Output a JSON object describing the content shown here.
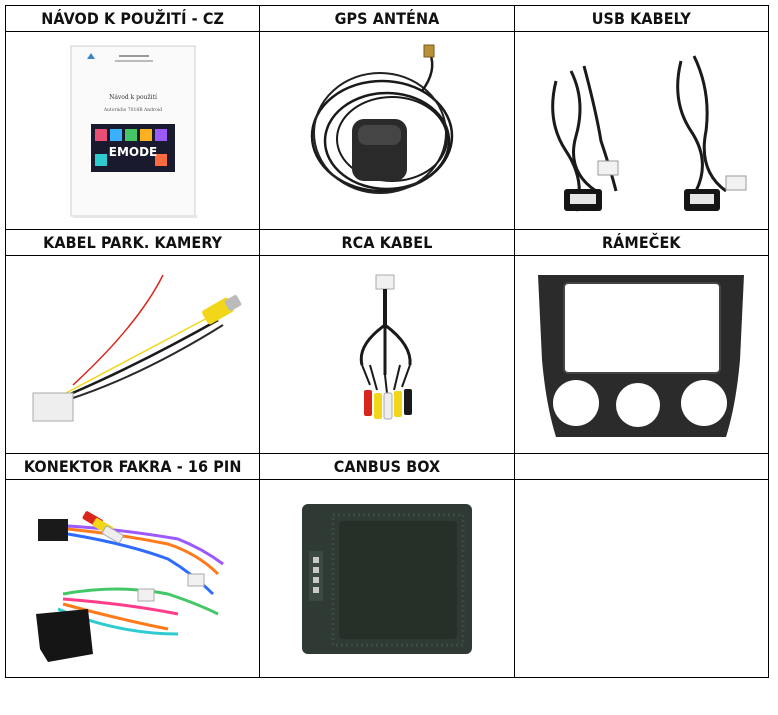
{
  "table": {
    "rows": [
      {
        "cells": [
          {
            "label": "NÁVOD K POUŽITÍ - CZ",
            "image": "manual-booklet"
          },
          {
            "label": "GPS ANTÉNA",
            "image": "gps-antenna"
          },
          {
            "label": "USB KABELY",
            "image": "usb-cables"
          }
        ]
      },
      {
        "cells": [
          {
            "label": "KABEL PARK. KAMERY",
            "image": "camera-cable"
          },
          {
            "label": "RCA KABEL",
            "image": "rca-cable"
          },
          {
            "label": "RÁMEČEK",
            "image": "dash-frame"
          }
        ]
      },
      {
        "cells": [
          {
            "label": "KONEKTOR FAKRA - 16 PIN",
            "image": "fakra-harness"
          },
          {
            "label": "CANBUS BOX",
            "image": "canbus-box"
          },
          {
            "label": "",
            "image": ""
          }
        ]
      }
    ]
  },
  "manual": {
    "title": "Návod k použití",
    "subtitle": "Autorádio 7018B Android",
    "logo_text": "EMODE"
  },
  "colors": {
    "border": "#000000",
    "cable": "#1a1a1a",
    "rca_yellow": "#f2d61a",
    "rca_red": "#d8261c",
    "rca_white": "#eeeeee",
    "frame": "#2b2b2b",
    "canbus": "#2f3a34"
  }
}
